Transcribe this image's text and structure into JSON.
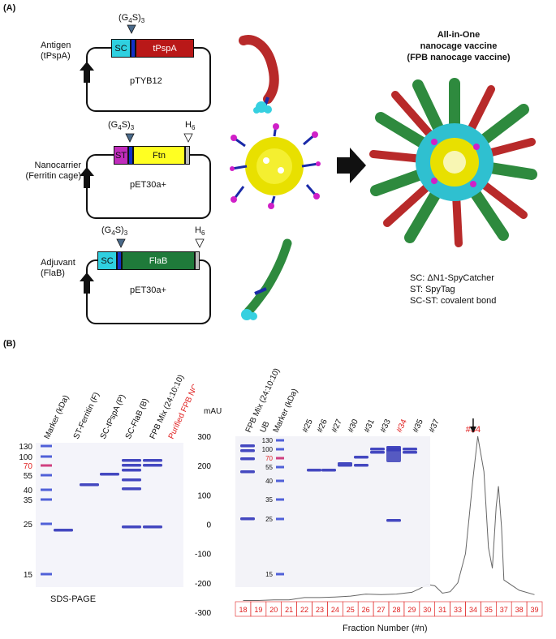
{
  "panel_a": {
    "label": "(A)",
    "rows": [
      {
        "name_line1": "Antigen",
        "name_line2": "(tPspA)",
        "linker": "(G",
        "linker_sub": "4",
        "linker_s": "S)",
        "linker_n": "3",
        "seg1": "SC",
        "seg2": "tPspA",
        "vector": "pTYB12"
      },
      {
        "name_line1": "Nanocarrier",
        "name_line2": "(Ferritin cage)",
        "linker": "(G",
        "linker_sub": "4",
        "linker_s": "S)",
        "linker_n": "3",
        "seg1": "ST",
        "seg2": "Ftn",
        "his": "H",
        "his_sub": "6",
        "vector": "pET30a+"
      },
      {
        "name_line1": "Adjuvant",
        "name_line2": "(FlaB)",
        "linker": "(G",
        "linker_sub": "4",
        "linker_s": "S)",
        "linker_n": "3",
        "seg1": "SC",
        "seg2": "FlaB",
        "his": "H",
        "his_sub": "6",
        "vector": "pET30a+"
      }
    ],
    "vaccine_title_1": "All-in-One",
    "vaccine_title_2": "nanocage vaccine",
    "vaccine_title_3": "(FPB nanocage vaccine)",
    "legend_1": "SC: ΔN1-SpyCatcher",
    "legend_2": "ST: SpyTag",
    "legend_3": "SC-ST: covalent bond"
  },
  "panel_b": {
    "label": "(B)",
    "gel1_lanes": [
      "Marker (kDa)",
      "ST-Ferritin (F)",
      "SC-tPspA (P)",
      "SC-FlaB (B)",
      "FPB Mix (24:10:10)",
      "Purified FPB NC"
    ],
    "gel1_markers": [
      "130",
      "100",
      "70",
      "55",
      "40",
      "35",
      "25",
      "15"
    ],
    "gel1_caption": "SDS-PAGE",
    "gel2_lanes": [
      "FPB Mix (24:10:10)",
      "UB",
      "Marker (kDa)",
      "#25",
      "#26",
      "#27",
      "#30",
      "#31",
      "#33",
      "#34",
      "#35",
      "#37"
    ],
    "gel2_markers": [
      "130",
      "100",
      "70",
      "55",
      "40",
      "35",
      "25",
      "15"
    ],
    "peak_label": "#34"
  },
  "chart_data": {
    "type": "line",
    "ylabel": "mAU",
    "xlabel": "Fraction Number (#n)",
    "yticks": [
      "300",
      "200",
      "100",
      "0",
      "-100",
      "-200",
      "-300"
    ],
    "ylim": [
      -300,
      300
    ],
    "fractions": [
      "18",
      "19",
      "20",
      "21",
      "22",
      "23",
      "24",
      "25",
      "26",
      "27",
      "28",
      "29",
      "30",
      "31",
      "33",
      "34",
      "35",
      "37",
      "38",
      "39"
    ],
    "series": [
      {
        "x": [
          18,
          19,
          20,
          21,
          22,
          23,
          24,
          25,
          26,
          27,
          28,
          29,
          29.5,
          30,
          30.5,
          31,
          32,
          33,
          33.5,
          34,
          34.3,
          34.7,
          35,
          35.5,
          36,
          36.3,
          36.7,
          37,
          38,
          39
        ],
        "y": [
          -260,
          -260,
          -258,
          -258,
          -250,
          -250,
          -248,
          -245,
          -238,
          -240,
          -238,
          -232,
          -220,
          -205,
          -210,
          -235,
          -230,
          -200,
          -100,
          160,
          300,
          180,
          -80,
          -150,
          60,
          130,
          -10,
          -190,
          -225,
          -240
        ]
      }
    ],
    "colors": {
      "peak_label": "#e02020",
      "trace": "#666666",
      "fraction_box": "#e02020"
    }
  }
}
